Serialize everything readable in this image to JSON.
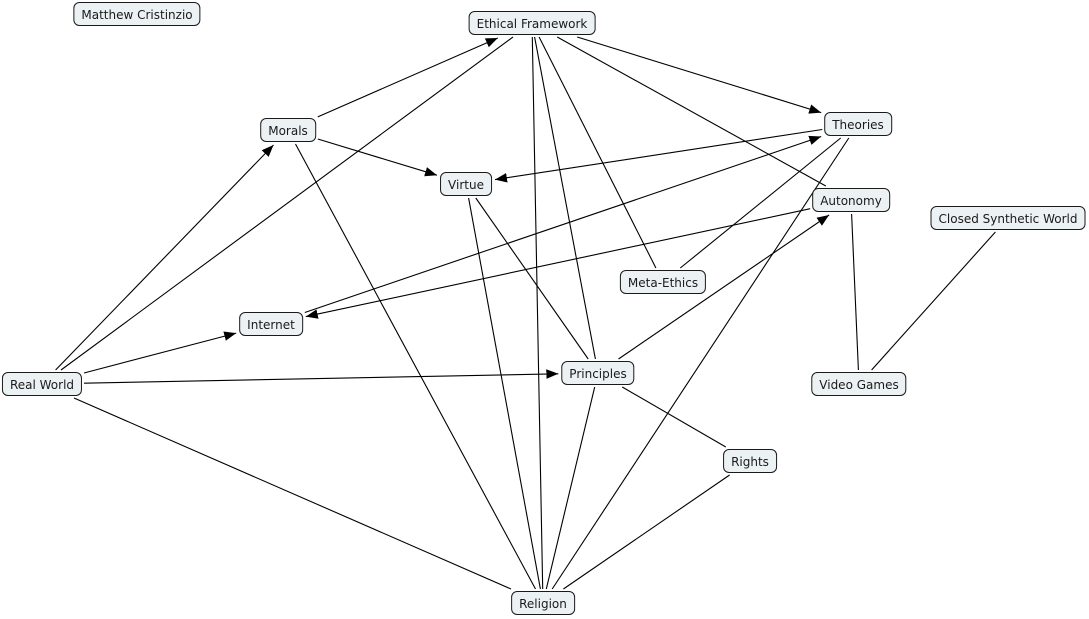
{
  "diagram": {
    "title": "Matthew Cristinzio",
    "colors": {
      "node_fill": "#ecf2f4",
      "node_border": "#1a1a1a",
      "edge": "#000000",
      "background": "#ffffff"
    },
    "nodes": [
      {
        "id": "author",
        "label": "Matthew Cristinzio"
      },
      {
        "id": "ethical_framework",
        "label": "Ethical Framework"
      },
      {
        "id": "morals",
        "label": "Morals"
      },
      {
        "id": "virtue",
        "label": "Virtue"
      },
      {
        "id": "theories",
        "label": "Theories"
      },
      {
        "id": "autonomy",
        "label": "Autonomy"
      },
      {
        "id": "closed_synthetic_world",
        "label": "Closed Synthetic World"
      },
      {
        "id": "meta_ethics",
        "label": "Meta-Ethics"
      },
      {
        "id": "internet",
        "label": "Internet"
      },
      {
        "id": "real_world",
        "label": "Real World"
      },
      {
        "id": "principles",
        "label": "Principles"
      },
      {
        "id": "video_games",
        "label": "Video Games"
      },
      {
        "id": "rights",
        "label": "Rights"
      },
      {
        "id": "religion",
        "label": "Religion"
      }
    ],
    "edges": [
      {
        "from": "morals",
        "to": "ethical_framework",
        "arrow": true
      },
      {
        "from": "ethical_framework",
        "to": "theories",
        "arrow": true
      },
      {
        "from": "morals",
        "to": "virtue",
        "arrow": true
      },
      {
        "from": "theories",
        "to": "virtue",
        "arrow": true
      },
      {
        "from": "real_world",
        "to": "morals",
        "arrow": true
      },
      {
        "from": "real_world",
        "to": "ethical_framework",
        "arrow": false
      },
      {
        "from": "real_world",
        "to": "internet",
        "arrow": true
      },
      {
        "from": "internet",
        "to": "theories",
        "arrow": true
      },
      {
        "from": "autonomy",
        "to": "internet",
        "arrow": true
      },
      {
        "from": "real_world",
        "to": "principles",
        "arrow": true
      },
      {
        "from": "principles",
        "to": "autonomy",
        "arrow": true
      },
      {
        "from": "ethical_framework",
        "to": "autonomy",
        "arrow": false
      },
      {
        "from": "ethical_framework",
        "to": "meta_ethics",
        "arrow": false
      },
      {
        "from": "ethical_framework",
        "to": "principles",
        "arrow": false
      },
      {
        "from": "ethical_framework",
        "to": "religion",
        "arrow": false
      },
      {
        "from": "theories",
        "to": "meta_ethics",
        "arrow": false
      },
      {
        "from": "theories",
        "to": "religion",
        "arrow": false
      },
      {
        "from": "autonomy",
        "to": "video_games",
        "arrow": false
      },
      {
        "from": "closed_synthetic_world",
        "to": "video_games",
        "arrow": false
      },
      {
        "from": "morals",
        "to": "religion",
        "arrow": false
      },
      {
        "from": "virtue",
        "to": "religion",
        "arrow": false
      },
      {
        "from": "virtue",
        "to": "principles",
        "arrow": false
      },
      {
        "from": "principles",
        "to": "religion",
        "arrow": false
      },
      {
        "from": "principles",
        "to": "rights",
        "arrow": false
      },
      {
        "from": "rights",
        "to": "religion",
        "arrow": false
      },
      {
        "from": "real_world",
        "to": "religion",
        "arrow": false
      }
    ]
  }
}
